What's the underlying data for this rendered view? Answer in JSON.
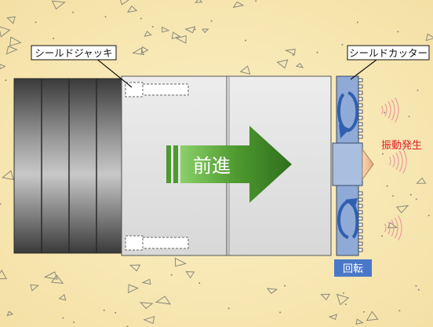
{
  "labels": {
    "shield_jack": "シールドジャッキ",
    "shield_cutter": "シールドカッター",
    "forward": "前進",
    "vibration": "振動発生",
    "rotation": "回転"
  },
  "colors": {
    "soil": "#f8e9b8",
    "pebble_stroke": "#8a8a7a",
    "segment_dark": "#4e4e4e",
    "segment_light": "#b8b8b8",
    "shield_body": "#e6e6e6",
    "cutter_blue": "#8faad6",
    "arrow_blue": "#2f5fb0",
    "forward_green": "#3f8a2a",
    "vibration_red": "#e0202a",
    "rotation_badge": "#4a78c8",
    "cone": "#f2c8a0"
  },
  "icons": {
    "rotation_top": "rotation-arrow-icon",
    "rotation_bottom": "rotation-arrow-icon",
    "vibration": "sound-wave-icon"
  }
}
